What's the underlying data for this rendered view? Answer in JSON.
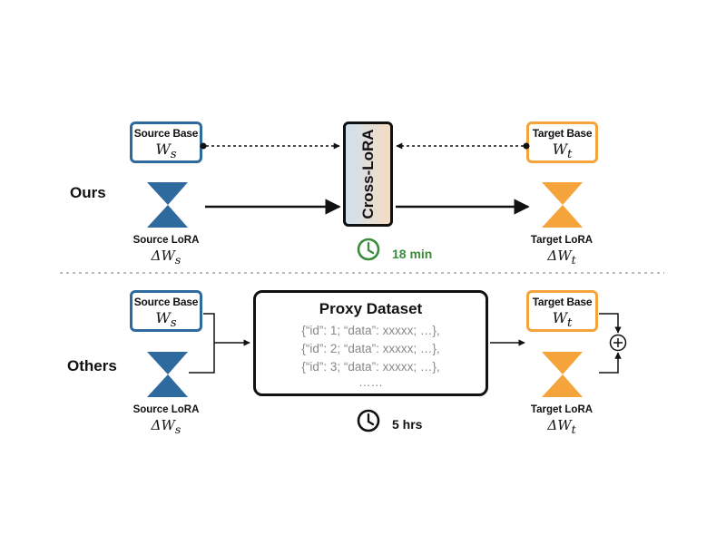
{
  "ours": {
    "row_label": "Ours",
    "source_base": {
      "title": "Source Base",
      "math": "W"
    },
    "source_lora": {
      "title": "Source LoRA",
      "math": "ΔW"
    },
    "cross_lora": "Cross-LoRA",
    "target_base": {
      "title": "Target Base",
      "math": "W"
    },
    "target_lora": {
      "title": "Target LoRA",
      "math": "ΔW"
    },
    "time": "18 min"
  },
  "others": {
    "row_label": "Others",
    "source_base": {
      "title": "Source Base",
      "math": "W"
    },
    "source_lora": {
      "title": "Source LoRA",
      "math": "ΔW"
    },
    "proxy": {
      "title": "Proxy Dataset",
      "lines": [
        "{“id”: 1; “data”: xxxxx; …},",
        "{“id”: 2; “data”: xxxxx; …},",
        "{“id”: 3; “data”: xxxxx; …},",
        "……"
      ]
    },
    "target_base": {
      "title": "Target Base",
      "math": "W"
    },
    "target_lora": {
      "title": "Target LoRA",
      "math": "ΔW"
    },
    "time": "5 hrs"
  },
  "subscripts": {
    "source": "s",
    "target": "t"
  },
  "colors": {
    "blue": "#2e6a9e",
    "orange": "#f4a43a",
    "green": "#3a8c3a",
    "dark": "#111111"
  }
}
